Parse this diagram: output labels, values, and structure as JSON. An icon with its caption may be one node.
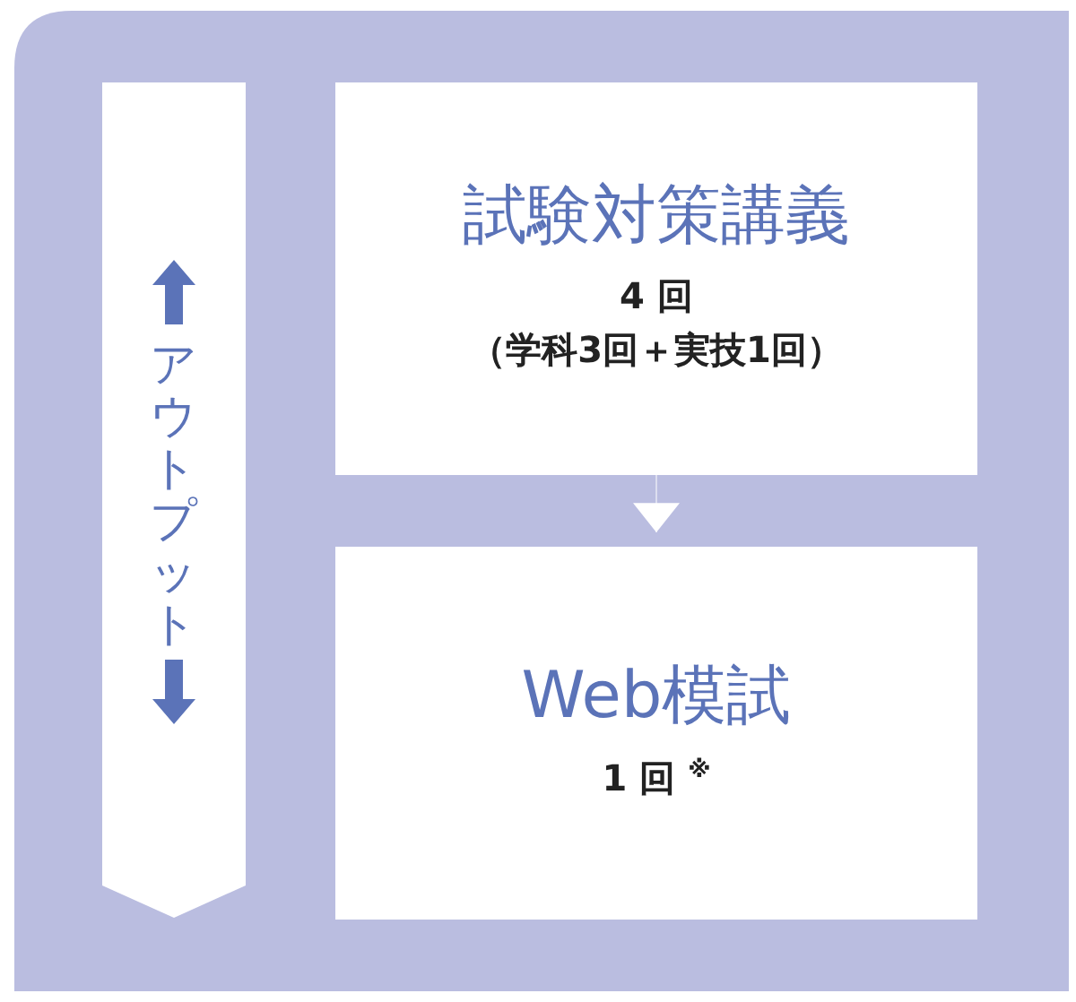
{
  "diagram": {
    "nodes": [
      {
        "text": [
          "アウトプット"
        ]
      },
      {
        "text": [
          "試験対策講義",
          "4 回",
          "（学科3回＋実技1回）"
        ]
      },
      {
        "text": [
          "Web模試",
          "1 回 $^{※}$"
        ]
      }
    ],
    "edges": [
      {
        "from": 1,
        "to": 2,
        "arrow": "to"
      }
    ]
  }
}
